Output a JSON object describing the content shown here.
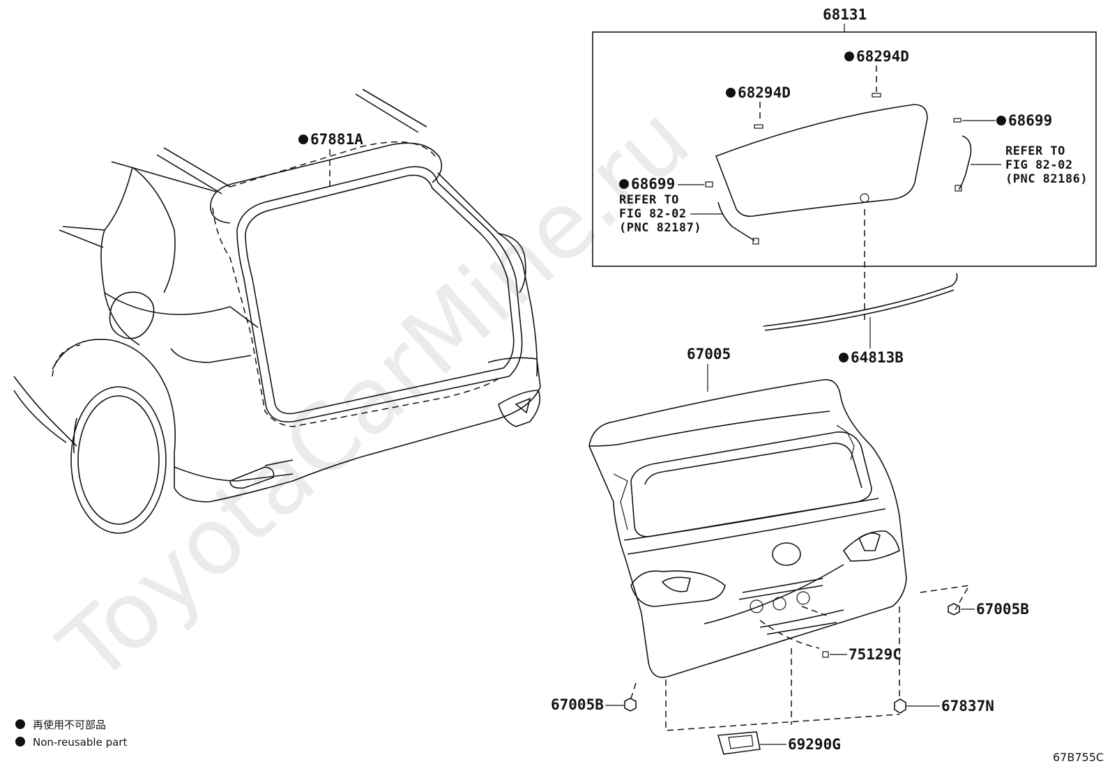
{
  "watermark": "ToyotaCarMine.ru",
  "callouts": {
    "c68131": "68131",
    "c68294D_a": "68294D",
    "c68294D_b": "68294D",
    "c68699_a": "68699",
    "c68699_b": "68699",
    "c67881A": "67881A",
    "c64813B": "64813B",
    "c67005": "67005",
    "c67005B_a": "67005B",
    "c67005B_b": "67005B",
    "c75129C": "75129C",
    "c67837N": "67837N",
    "c69290G": "69290G"
  },
  "notes": {
    "left": [
      "REFER TO",
      "FIG 82-02",
      "(PNC 82187)"
    ],
    "right": [
      "REFER TO",
      "FIG 82-02",
      "(PNC 82186)"
    ]
  },
  "legend": {
    "japanese": "再使用不可部品",
    "english": "Non-reusable part"
  },
  "figure_code": "67B755C",
  "colors": {
    "ink": "#111111",
    "watermark": "#c7c7c7",
    "background": "#ffffff"
  }
}
